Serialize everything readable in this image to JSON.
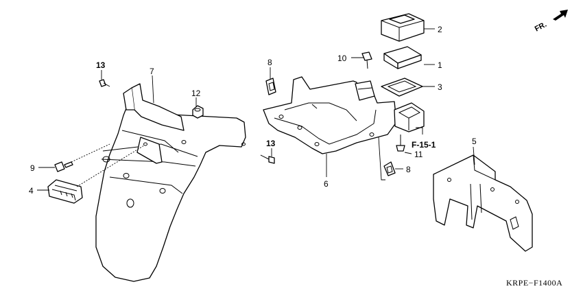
{
  "diagram": {
    "direction_label": "FR.",
    "reference_label": "F-15-1",
    "diagram_code": "KRPE−F1400A",
    "callouts": [
      {
        "id": "c1",
        "label": "1"
      },
      {
        "id": "c2",
        "label": "2"
      },
      {
        "id": "c3",
        "label": "3"
      },
      {
        "id": "c4",
        "label": "4"
      },
      {
        "id": "c5",
        "label": "5"
      },
      {
        "id": "c6",
        "label": "6"
      },
      {
        "id": "c7",
        "label": "7"
      },
      {
        "id": "c8a",
        "label": "8"
      },
      {
        "id": "c8b",
        "label": "8"
      },
      {
        "id": "c9",
        "label": "9"
      },
      {
        "id": "c10",
        "label": "10"
      },
      {
        "id": "c11",
        "label": "11"
      },
      {
        "id": "c12",
        "label": "12"
      },
      {
        "id": "c13a",
        "label": "13"
      },
      {
        "id": "c13b",
        "label": "13"
      }
    ]
  }
}
